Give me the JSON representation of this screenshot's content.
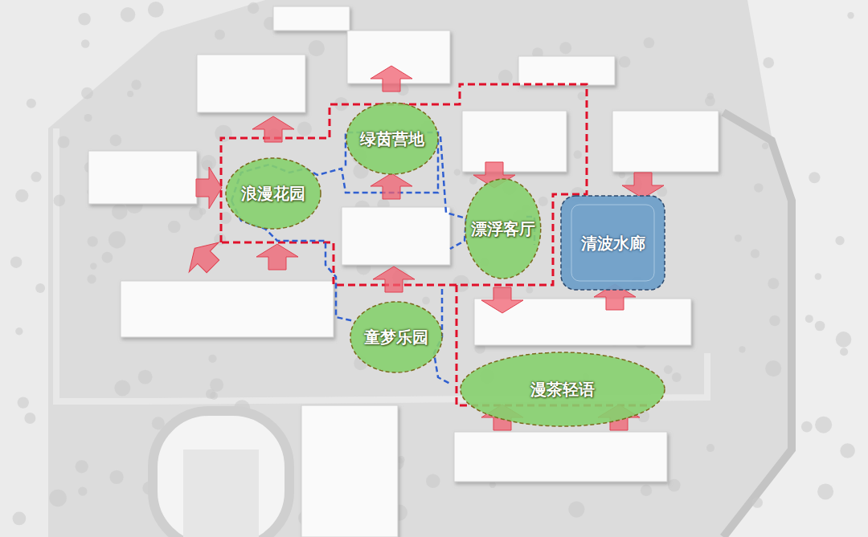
{
  "diagram": {
    "nodes": [
      {
        "text": [
          "浪漫花园"
        ]
      },
      {
        "text": [
          "绿茵营地"
        ]
      },
      {
        "text": [
          "漂浮客厅"
        ]
      },
      {
        "text": [
          "清波水廊"
        ]
      },
      {
        "text": [
          "童梦乐园"
        ]
      },
      {
        "text": [
          "漫茶轻语"
        ]
      }
    ]
  }
}
